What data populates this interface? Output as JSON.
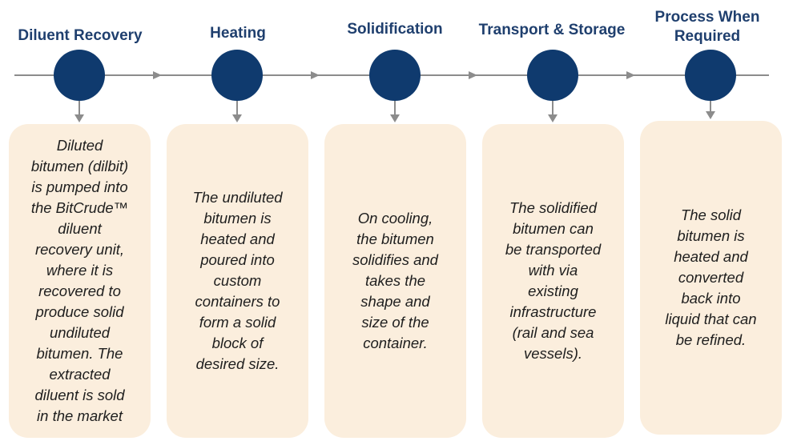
{
  "stages": [
    {
      "title": "Diluent Recovery",
      "text": "Diluted\nbitumen (dilbit)\nis pumped into\nthe BitCrude™\ndiluent\nrecovery unit,\nwhere it is\nrecovered to\nproduce solid\nundiluted\nbitumen. The\nextracted\ndiluent is sold\nin the market"
    },
    {
      "title": "Heating",
      "text": "The undiluted\nbitumen is\nheated and\npoured into\ncustom\ncontainers to\nform a solid\nblock of\ndesired size."
    },
    {
      "title": "Solidification",
      "text": "On cooling,\nthe bitumen\nsolidifies and\ntakes the\nshape and\nsize of the\ncontainer."
    },
    {
      "title": "Transport & Storage",
      "text": "The solidified\nbitumen can\nbe transported\nwith via\nexisting\ninfrastructure\n(rail and sea\nvessels)."
    },
    {
      "title": "Process When\nRequired",
      "text": "The solid\nbitumen is\nheated and\nconverted\nback into\nliquid that can\nbe refined."
    }
  ],
  "colors": {
    "node": "#0f3a6e",
    "line": "#8c8c8c",
    "title": "#1f3f6e",
    "card": "#fbeedd"
  }
}
